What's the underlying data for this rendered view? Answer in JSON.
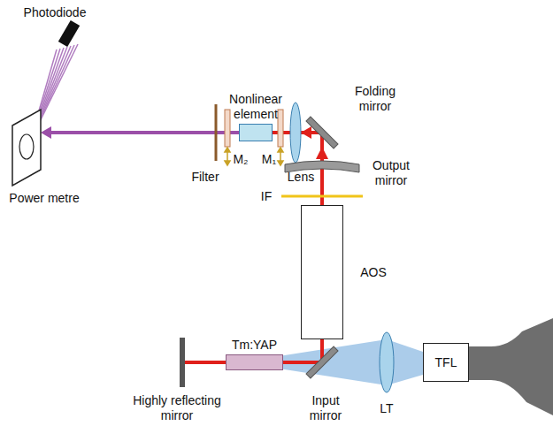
{
  "diagram": {
    "nodes": [
      {
        "text": [
          "Nonlinear element"
        ]
      },
      {
        "text": [
          "AOS"
        ]
      },
      {
        "text": [
          "Tm:YAP"
        ]
      },
      {
        "text": [
          "TFL"
        ]
      }
    ],
    "labels": [
      "Photodiode",
      "Power metre",
      "Filter",
      "M₂",
      "M₁",
      "Lens",
      "Folding mirror",
      "Output mirror",
      "IF",
      "Highly reflecting mirror",
      "Input mirror",
      "LT"
    ]
  }
}
